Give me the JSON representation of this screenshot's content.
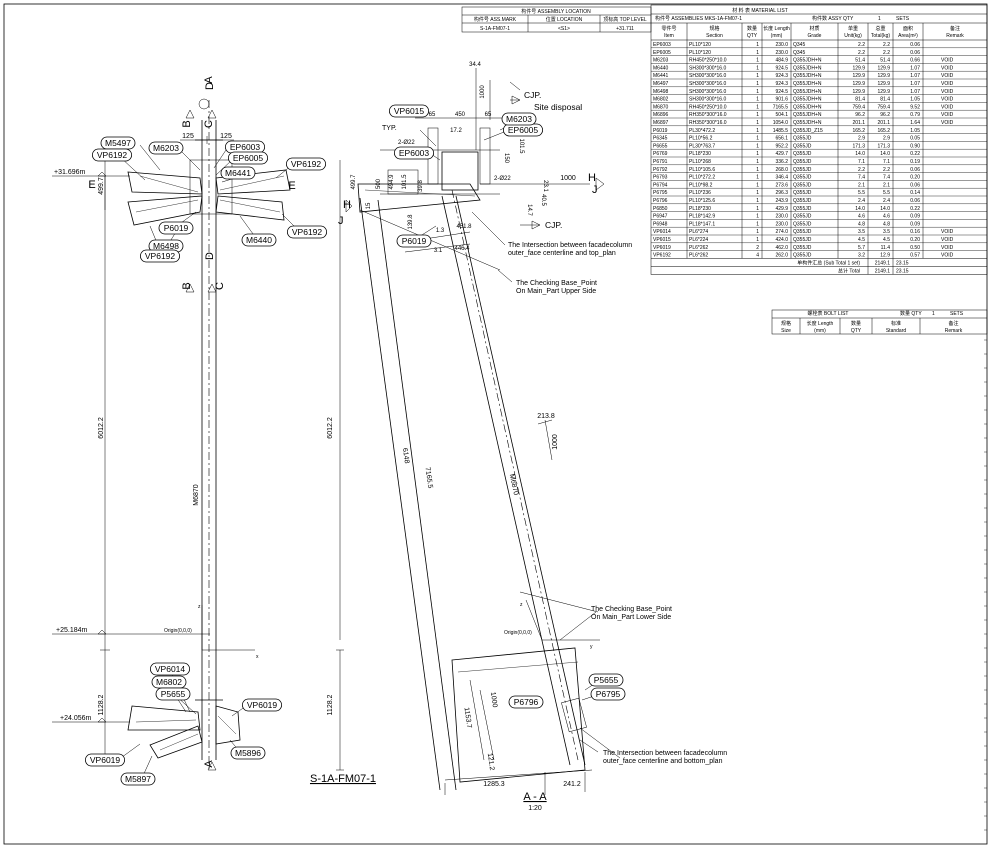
{
  "assembly_location": {
    "title": "构件号 ASSEMBLY LOCATION",
    "headers": [
      "构件号 ASS.MARK",
      "位置 LOCATION",
      "顶标高 TOP LEVEL"
    ],
    "row": [
      "S-1A-FM07-1",
      "<S1>",
      "+31.711"
    ]
  },
  "material_list": {
    "title": "材 料 表    MATERIAL LIST",
    "assembly_mark_label": "构件号 ASSEMBLIES MK.",
    "assembly_mark": "S-1A-FM07-1",
    "qty_label": "构件数 ASSY QTY",
    "qty_value": "1",
    "sets_label": "SETS",
    "headers": [
      [
        "零件号",
        "Item"
      ],
      [
        "规格",
        "Section"
      ],
      [
        "数量",
        "QTY"
      ],
      [
        "长度 Length",
        "(mm)"
      ],
      [
        "材质",
        "Grade"
      ],
      [
        "单重",
        "Unit(kg)"
      ],
      [
        "总重",
        "Total(kg)"
      ],
      [
        "面积",
        "Area(m²)"
      ],
      [
        "备注",
        "Remark"
      ]
    ],
    "rows": [
      [
        "EP6003",
        "PL10*120",
        "1",
        "230.0",
        "Q345",
        "2.2",
        "2.2",
        "0.06",
        ""
      ],
      [
        "EP6005",
        "PL10*120",
        "1",
        "230.0",
        "Q345",
        "2.2",
        "2.2",
        "0.06",
        ""
      ],
      [
        "M6203",
        "RH450*250*10.0",
        "1",
        "484.9",
        "Q355JDH+N",
        "51.4",
        "51.4",
        "0.66",
        "VOID"
      ],
      [
        "M6440",
        "SH300*300*16.0",
        "1",
        "924.5",
        "Q355JDH+N",
        "129.9",
        "129.9",
        "1.07",
        "VOID"
      ],
      [
        "M6441",
        "SH300*300*16.0",
        "1",
        "924.3",
        "Q355JDH+N",
        "129.9",
        "129.9",
        "1.07",
        "VOID"
      ],
      [
        "M6497",
        "SH300*300*16.0",
        "1",
        "924.3",
        "Q355JDH+N",
        "129.9",
        "129.9",
        "1.07",
        "VOID"
      ],
      [
        "M6498",
        "SH300*300*16.0",
        "1",
        "924.5",
        "Q355JDH+N",
        "129.9",
        "129.9",
        "1.07",
        "VOID"
      ],
      [
        "M6802",
        "SH300*300*16.0",
        "1",
        "901.6",
        "Q355JDH+N",
        "81.4",
        "81.4",
        "1.05",
        "VOID"
      ],
      [
        "M6870",
        "RH450*250*10.0",
        "1",
        "7165.5",
        "Q355JDH+N",
        "759.4",
        "759.4",
        "9.52",
        "VOID"
      ],
      [
        "M6896",
        "RH350*300*16.0",
        "1",
        "504.1",
        "Q355JDH+N",
        "96.2",
        "96.2",
        "0.79",
        "VOID"
      ],
      [
        "M6897",
        "RH350*300*16.0",
        "1",
        "1054.0",
        "Q355JDH+N",
        "201.1",
        "201.1",
        "1.64",
        "VOID"
      ],
      [
        "P6019",
        "PL30*472.2",
        "1",
        "1485.5",
        "Q355JD_Z15",
        "165.2",
        "165.2",
        "1.05",
        ""
      ],
      [
        "P6345",
        "PL10*56.2",
        "1",
        "656.1",
        "Q355JD",
        "2.9",
        "2.9",
        "0.05",
        ""
      ],
      [
        "P6655",
        "PL30*763.7",
        "1",
        "952.2",
        "Q355JD",
        "171.3",
        "171.3",
        "0.90",
        ""
      ],
      [
        "P6769",
        "PL18*230",
        "1",
        "429.7",
        "Q355JD",
        "14.0",
        "14.0",
        "0.22",
        ""
      ],
      [
        "P6791",
        "PL10*268",
        "1",
        "336.2",
        "Q355JD",
        "7.1",
        "7.1",
        "0.19",
        ""
      ],
      [
        "P6792",
        "PL10*105.6",
        "1",
        "268.0",
        "Q355JD",
        "2.2",
        "2.2",
        "0.06",
        ""
      ],
      [
        "P6793",
        "PL10*272.2",
        "1",
        "346.4",
        "Q355JD",
        "7.4",
        "7.4",
        "0.20",
        ""
      ],
      [
        "P6794",
        "PL10*98.2",
        "1",
        "273.6",
        "Q355JD",
        "2.1",
        "2.1",
        "0.06",
        ""
      ],
      [
        "P6795",
        "PL10*236",
        "1",
        "296.3",
        "Q355JD",
        "5.5",
        "5.5",
        "0.14",
        ""
      ],
      [
        "P6796",
        "PL10*125.6",
        "1",
        "243.9",
        "Q355JD",
        "2.4",
        "2.4",
        "0.06",
        ""
      ],
      [
        "P6850",
        "PL18*230",
        "1",
        "429.9",
        "Q355JD",
        "14.0",
        "14.0",
        "0.22",
        ""
      ],
      [
        "P6947",
        "PL18*142.9",
        "1",
        "230.0",
        "Q355JD",
        "4.6",
        "4.6",
        "0.09",
        ""
      ],
      [
        "P6948",
        "PL18*147.1",
        "1",
        "230.0",
        "Q355JD",
        "4.8",
        "4.8",
        "0.09",
        ""
      ],
      [
        "VP6014",
        "PL6*274",
        "1",
        "274.0",
        "Q355JD",
        "3.5",
        "3.5",
        "0.16",
        "VOID"
      ],
      [
        "VP6015",
        "PL6*224",
        "1",
        "424.0",
        "Q355JD",
        "4.5",
        "4.5",
        "0.20",
        "VOID"
      ],
      [
        "VP6019",
        "PL6*262",
        "2",
        "462.0",
        "Q355JD",
        "5.7",
        "11.4",
        "0.50",
        "VOID"
      ],
      [
        "VP6192",
        "PL6*262",
        "4",
        "262.0",
        "Q355JD",
        "3.2",
        "12.9",
        "0.57",
        "VOID"
      ]
    ],
    "subtotal_label": "单构件汇总 (Sub Total    1 set)",
    "subtotal_weight": "2149.1",
    "subtotal_area": "23.15",
    "total_label": "总计 Total",
    "total_weight": "2149.1",
    "total_area": "23.15"
  },
  "bolt_list": {
    "title": "螺栓表 BOLT LIST",
    "qty_label": "数量 QTY",
    "qty_value": "1",
    "sets_label": "SETS",
    "headers": [
      [
        "规格",
        "Size"
      ],
      [
        "长度 Length",
        "(mm)"
      ],
      [
        "数量",
        "QTY"
      ],
      [
        "标准",
        "Standard"
      ],
      [
        "备注",
        "Remark"
      ]
    ]
  },
  "elevation": {
    "level_top": "+31.696m",
    "level_mid": "+25.184m",
    "level_bot": "+24.056m",
    "dim_height_total": "6012.2",
    "dim_height_bottom": "1128.2",
    "dim_top_small": "499.7",
    "dim_125a": "125",
    "dim_125b": "125",
    "origin_label": "Origin(0,0,0)",
    "axis_x": "x",
    "axis_z": "z",
    "main_member": "M6870",
    "labels": [
      "M5497",
      "VP6192",
      "M6203",
      "EP6003",
      "EP6005",
      "M6441",
      "VP6192",
      "P6019",
      "M6498",
      "VP6192",
      "M6440",
      "VP6192",
      "VP6014",
      "M6802",
      "P5655",
      "VP6019",
      "M5896",
      "VP6019",
      "M5897"
    ],
    "section_marks": [
      "B",
      "D",
      "C",
      "A",
      "E",
      "E",
      "C",
      "B",
      "D",
      "A"
    ]
  },
  "section_view": {
    "dims_top": [
      "34.4",
      "1000",
      "65",
      "450",
      "65",
      "17.2",
      "101.5",
      "150",
      "23.1",
      "1000",
      "40.5",
      "14.7"
    ],
    "dims_left": [
      "499.7",
      "500",
      "494.9",
      "101.5",
      "39.8",
      "15",
      "139.8",
      "1.3",
      "451.8",
      "3.1",
      "446.4"
    ],
    "labels": [
      "VP6015",
      "EP6003",
      "EP6005",
      "M6203",
      "P6019",
      "M6870",
      "P6796",
      "P5655",
      "P6795"
    ],
    "typ_label": "TYP.",
    "cjp_top": "CJP.",
    "site_disposal": "Site disposal",
    "cjp_mid": "CJP.",
    "bolt_note_1": "2-Ø22",
    "bolt_note_2": "2-Ø22",
    "note_top_intersection": "The Intersection between facadecolumn outer_face centerline and top_plan",
    "note_upper_base": "The Checking Base_Point On Main_Part Upper Side",
    "note_lower_base": "The Checking Base_Point On Main_Part Lower Side",
    "note_bottom_intersection": "The Intersection between facadecolumn outer_face centerline and bottom_plan",
    "dim_6012": "6012.2",
    "dim_1128": "1128.2",
    "dim_6148": "6148",
    "dim_7165": "7165.5",
    "dim_213": "213.8",
    "dim_1000_mid": "1000",
    "dim_1000_low": "1000",
    "dim_1153": "1153.7",
    "dim_121": "121.2",
    "dim_1285": "1285.3",
    "dim_241": "241.2",
    "origin_label": "Origin(0,0,0)",
    "axis_y": "y",
    "axis_z": "z",
    "mark_h": "H",
    "mark_j": "J",
    "title": "A - A",
    "scale": "1:20"
  },
  "drawing_title": "S-1A-FM07-1"
}
